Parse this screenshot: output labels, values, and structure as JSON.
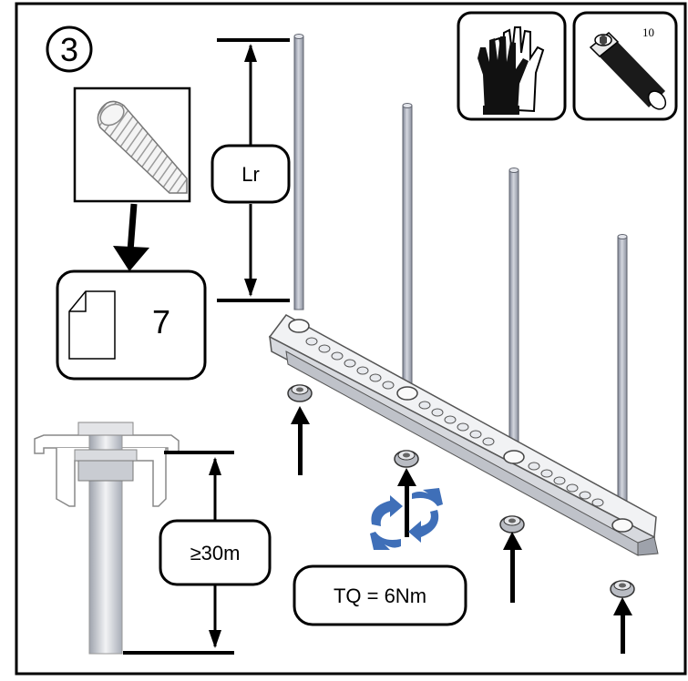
{
  "step": {
    "number": "3"
  },
  "tools": {
    "gloves_icon": "gloves-icon",
    "hex_key_icon": "hex-key-icon",
    "hex_key_size": "10"
  },
  "reference": {
    "page_icon": "document-page-icon",
    "page_number": "7"
  },
  "dimensions": {
    "rod_length_label": "Lr",
    "min_protrusion_label": "≥30m"
  },
  "torque": {
    "label": "TQ = 6Nm",
    "rotate_icon": "rotate-arrows-icon",
    "arrow_color": "#3f6fb8"
  },
  "components": {
    "rod_count": 4,
    "nut_count": 4
  }
}
